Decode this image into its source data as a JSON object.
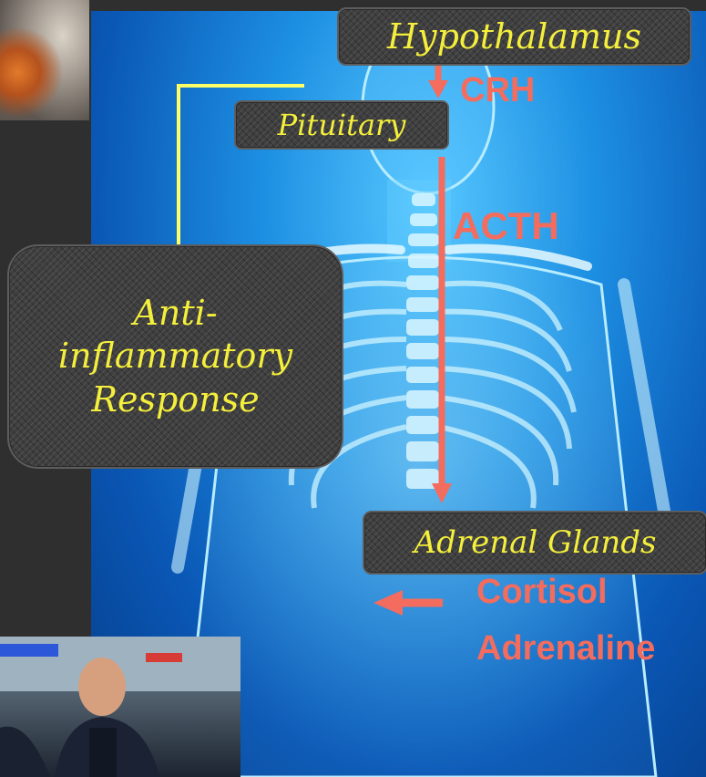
{
  "labels": {
    "hypothalamus": "Hypothalamus",
    "pituitary": "Pituitary",
    "adrenal": "Adrenal Glands",
    "anti_inflammatory": [
      "Anti-",
      "inflammatory",
      "Response"
    ]
  },
  "hormones": {
    "crh": "CRH",
    "acth": "ACTH",
    "cortisol": "Cortisol",
    "adrenaline": "Adrenaline"
  },
  "colors": {
    "chalk_text": "#f4ee3c",
    "hormone_arrow": "#f36c5e",
    "yellow_connector": "#ffff66",
    "background": "#2f2f2f"
  }
}
